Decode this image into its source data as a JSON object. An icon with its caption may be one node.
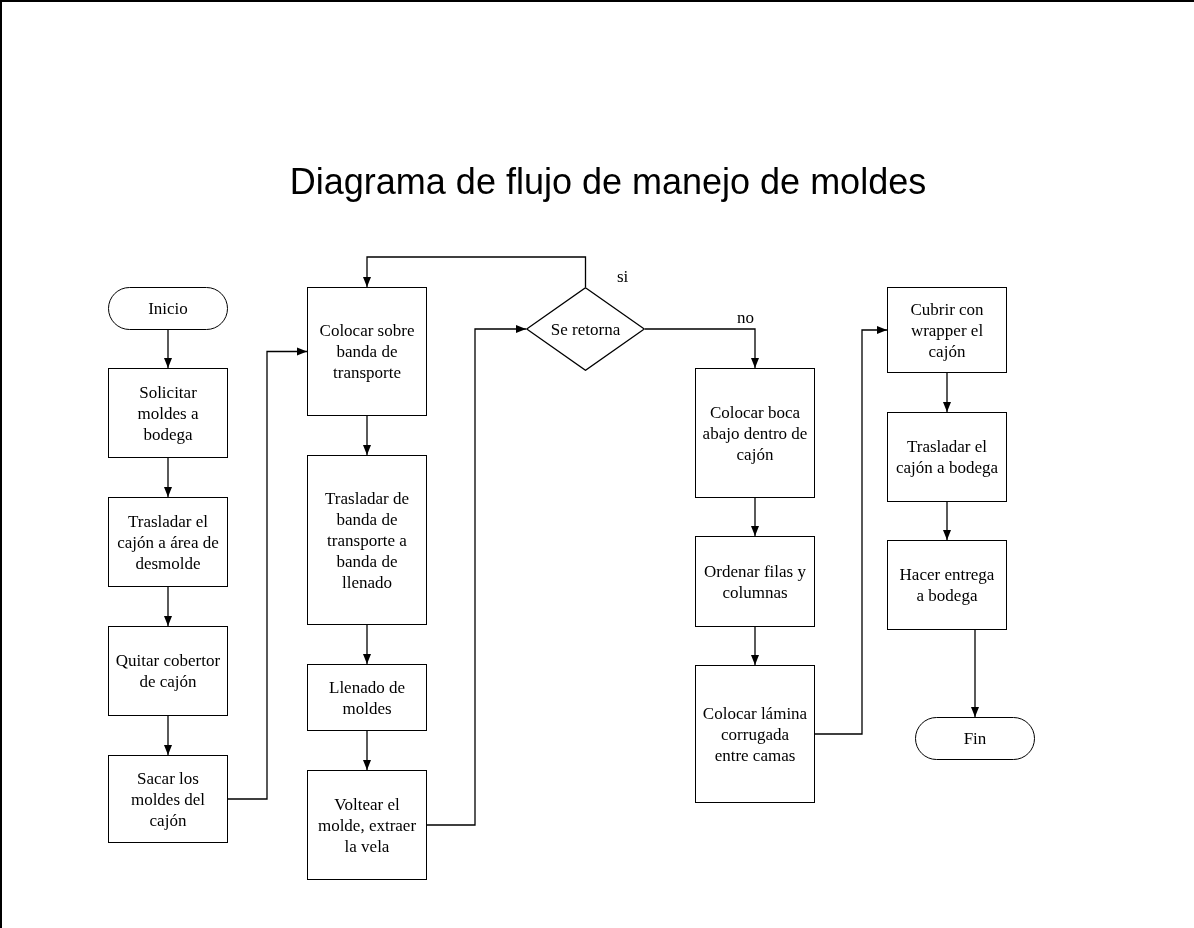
{
  "diagram": {
    "title": "Diagrama de flujo de manejo de moldes",
    "nodes": [
      {
        "text": [
          "Inicio"
        ]
      },
      {
        "text": [
          "Solicitar moldes a bodega"
        ]
      },
      {
        "text": [
          "Trasladar el cajón a área de desmolde"
        ]
      },
      {
        "text": [
          "Quitar cobertor de cajón"
        ]
      },
      {
        "text": [
          "Sacar los moldes del cajón"
        ]
      },
      {
        "text": [
          "Colocar sobre banda de transporte"
        ]
      },
      {
        "text": [
          "Trasladar de banda de transporte a banda de llenado"
        ]
      },
      {
        "text": [
          "Llenado de moldes"
        ]
      },
      {
        "text": [
          "Voltear el molde, extraer la vela"
        ]
      },
      {
        "text": [
          "Se retorna"
        ]
      },
      {
        "text": [
          "Colocar boca abajo dentro de cajón"
        ]
      },
      {
        "text": [
          "Ordenar filas y columnas"
        ]
      },
      {
        "text": [
          "Colocar lámina corrugada entre camas"
        ]
      },
      {
        "text": [
          "Cubrir con wrapper el cajón"
        ]
      },
      {
        "text": [
          "Trasladar el cajón a bodega"
        ]
      },
      {
        "text": [
          "Hacer entrega a bodega"
        ]
      },
      {
        "text": [
          "Fin"
        ]
      }
    ],
    "edges": [
      {
        "from": 0,
        "to": 1,
        "arrow": "to"
      },
      {
        "from": 1,
        "to": 2,
        "arrow": "to"
      },
      {
        "from": 2,
        "to": 3,
        "arrow": "to"
      },
      {
        "from": 3,
        "to": 4,
        "arrow": "to"
      },
      {
        "from": 4,
        "to": 5,
        "arrow": "to"
      },
      {
        "from": 5,
        "to": 6,
        "arrow": "to"
      },
      {
        "from": 6,
        "to": 7,
        "arrow": "to"
      },
      {
        "from": 7,
        "to": 8,
        "arrow": "to"
      },
      {
        "from": 8,
        "to": 9,
        "arrow": "to"
      },
      {
        "from": 9,
        "to": 5,
        "arrow": "to",
        "label": "si"
      },
      {
        "from": 9,
        "to": 10,
        "arrow": "to",
        "label": "no"
      },
      {
        "from": 10,
        "to": 11,
        "arrow": "to"
      },
      {
        "from": 11,
        "to": 12,
        "arrow": "to"
      },
      {
        "from": 12,
        "to": 13,
        "arrow": "to"
      },
      {
        "from": 13,
        "to": 14,
        "arrow": "to"
      },
      {
        "from": 14,
        "to": 15,
        "arrow": "to"
      },
      {
        "from": 15,
        "to": 16,
        "arrow": "to"
      }
    ]
  }
}
